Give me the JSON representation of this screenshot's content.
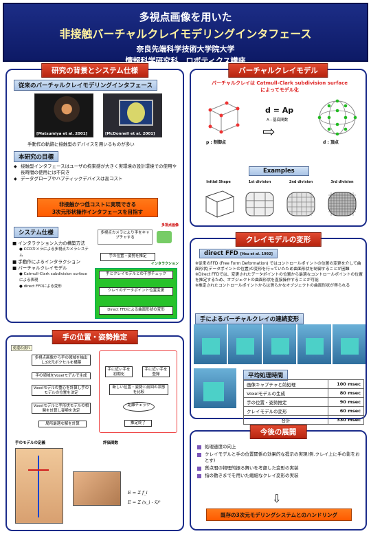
{
  "header": {
    "title1": "多視点画像を用いた",
    "title2": "非接触バーチャルクレイモデリングインタフェース",
    "affiliation1": "奈良先端科学技術大学院大学",
    "affiliation2": "情報科学研究科　ロボティクス講座"
  },
  "background": {
    "title": "研究の背景とシステム仕様",
    "conventional_bar": "従来のバーチャルクレイモデリングインタフェース",
    "photo1_caption": "[Matsumiya et al. 2001]",
    "photo2_caption": "[McDonnell et al. 2001]",
    "note": "手動作の軌跡に接触型のデバイスを用いるものが多い",
    "goal_bar": "本研究の目標",
    "goals": [
      "接触型インタフェースはユーザの拘束感が大きく実環境の設計環境での使用や長時間の使用には不向き",
      "データグローブやハプティックデバイスは高コスト"
    ],
    "goal_box": [
      "非接触かつ低コストに実現できる",
      "3次元形状操作インタフェースを目指す"
    ],
    "spec_bar": "システム仕様",
    "spec_items": [
      "インタラクション入力の構築方法",
      "CCDカメラによる多視点カメラシステム",
      "手動作によるインタラクション",
      "バーチャルクレイモデル",
      "Catmull-Clark subdivision surfaceによる表現",
      "direct FFDによる変形"
    ],
    "flow_label_top": "多視点画像",
    "flow_boxes": [
      "多視点カメラにより手をキャプチャする",
      "手の位置・姿勢を推定",
      "手とクレイモデルとの干渉チェック",
      "クレイのデータポイント位置変更",
      "Direct FFDによる曲面形状の変形"
    ],
    "flow_label_mid": "インタラクション"
  },
  "hand": {
    "title": "手の位置・姿勢推定",
    "flow_title": "処理の流れ",
    "flow_boxes": [
      "多視点画像から手の領域を抽出し3次元ボクセルを構築",
      "手の領域をVoxelモデルで生成",
      "Voxelモデルの重心を計算し手のモデルの位置を決定",
      "Voxelモデルと手形状モデルの相関を計算し姿勢を決定",
      "局所最適な解を計算"
    ],
    "right_boxes": [
      "手に近い手を初期化",
      "手に近い手を登録",
      "新しい位置・姿勢と前回の状態を比較",
      "距離チェック",
      "推定終了"
    ],
    "label_left": "手のモデルの定義",
    "label_right": "評価関数",
    "formula": [
      "E = Σ f_i",
      "E = Σ (x_i - x̄)²"
    ]
  },
  "clay": {
    "title": "バーチャルクレイモデル",
    "desc": "バーチャルクレイは Catmull-Clark subdivision surfaceによってモデル化",
    "eq": "d = Ap",
    "eq_sub": "A : 基底関数",
    "left_label": "p : 制御点",
    "right_label": "d : 頂点",
    "examples_bar": "Examples",
    "examples": [
      "Initial Shape",
      "1st division",
      "2nd division",
      "3rd division"
    ]
  },
  "deform": {
    "title": "クレイモデルの変形",
    "dffd_bar": "direct FFD",
    "dffd_ref": "[Hsu et al. 1992]",
    "text": [
      "※従来のFFD (Free Form Deformation) ではコントロールポイントの位置の変更を介して曲面形状(データポイントの位置)の変形を行っていたため曲面形状を制御することが困難",
      "※Direct FFDでは、変更されたデータポイントの位置から最適なコントロールポイントの位置を推定するため、オブジェクトの曲面形状を直接操作することが可能",
      "※推定されたコントロールポイントからは滑らかなオブジェクトの曲面形状が得られる"
    ],
    "realtime_bar": "手によるバーチャルクレイの連続変形",
    "time_bar": "平均処理時間",
    "table": [
      {
        "label": "画像キャプチャと前処理",
        "value": "100 msec"
      },
      {
        "label": "Voxelモデルの生成",
        "value": "80 msec"
      },
      {
        "label": "手の位置・姿勢推定",
        "value": "90 msec"
      },
      {
        "label": "クレイモデルの変形",
        "value": "60 msec"
      },
      {
        "label": "合計",
        "value": "330 msec"
      }
    ]
  },
  "future": {
    "title": "今後の展開",
    "items": [
      "処理速度の向上",
      "クレイモデルと手の位置関係の効果的な提示の実現(例.クレイ上に手の影をおとす)",
      "質点間の物理的振る舞いを考慮した変形の実装",
      "指の動きまでを用いた繊細なクレイ変形の実装"
    ],
    "goal": "既存の3次元モデリングシステムとのハンドリング"
  }
}
